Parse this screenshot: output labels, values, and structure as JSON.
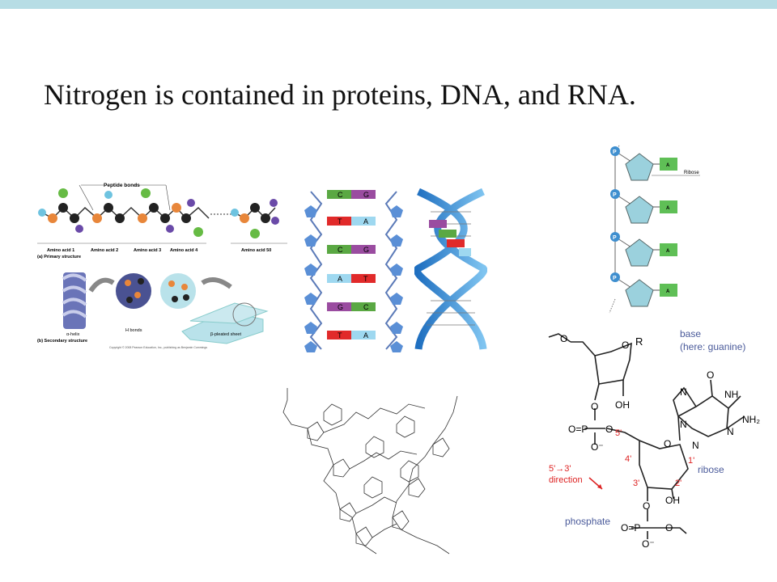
{
  "slide": {
    "title": "Nitrogen is contained in proteins, DNA, and RNA.",
    "accent_color": "#b7dde5"
  },
  "protein_figure": {
    "peptide_bonds": "Peptide bonds",
    "amino_acids": [
      "Amino acid 1",
      "Amino acid 2",
      "Amino acid 3",
      "Amino acid 4",
      "Amino acid 50"
    ],
    "primary_caption": "(a) Primary structure",
    "h_bonds": "H bonds",
    "alpha_helix": "α-helix",
    "beta_sheet": "β-pleated sheet",
    "secondary_caption": "(b) Secondary structure",
    "copyright": "Copyright © 2008 Pearson Education, Inc., publishing as Benjamin Cummings"
  },
  "dna_ladder": {
    "pairs": [
      {
        "left": "C",
        "right": "G"
      },
      {
        "left": "T",
        "right": "A"
      },
      {
        "left": "C",
        "right": "G"
      },
      {
        "left": "A",
        "right": "T"
      },
      {
        "left": "G",
        "right": "C"
      },
      {
        "left": "T",
        "right": "A"
      }
    ]
  },
  "rna_strand": {
    "bases": [
      "A",
      "A",
      "A",
      "A"
    ],
    "label": "Ribose",
    "phosphate": "P"
  },
  "nucleotide_structure": {
    "base_label": "base",
    "base_sub": "(here: guanine)",
    "r": "R",
    "ribose": "ribose",
    "phosphate": "phosphate",
    "direction_1": "5'→3'",
    "direction_2": "direction",
    "five_prime": "5'",
    "four_prime": "4'",
    "three_prime": "3'",
    "two_prime": "2'",
    "one_prime": "1'",
    "oh1": "OH",
    "oh2": "OH",
    "nh2": "NH₂",
    "nh": "NH"
  }
}
